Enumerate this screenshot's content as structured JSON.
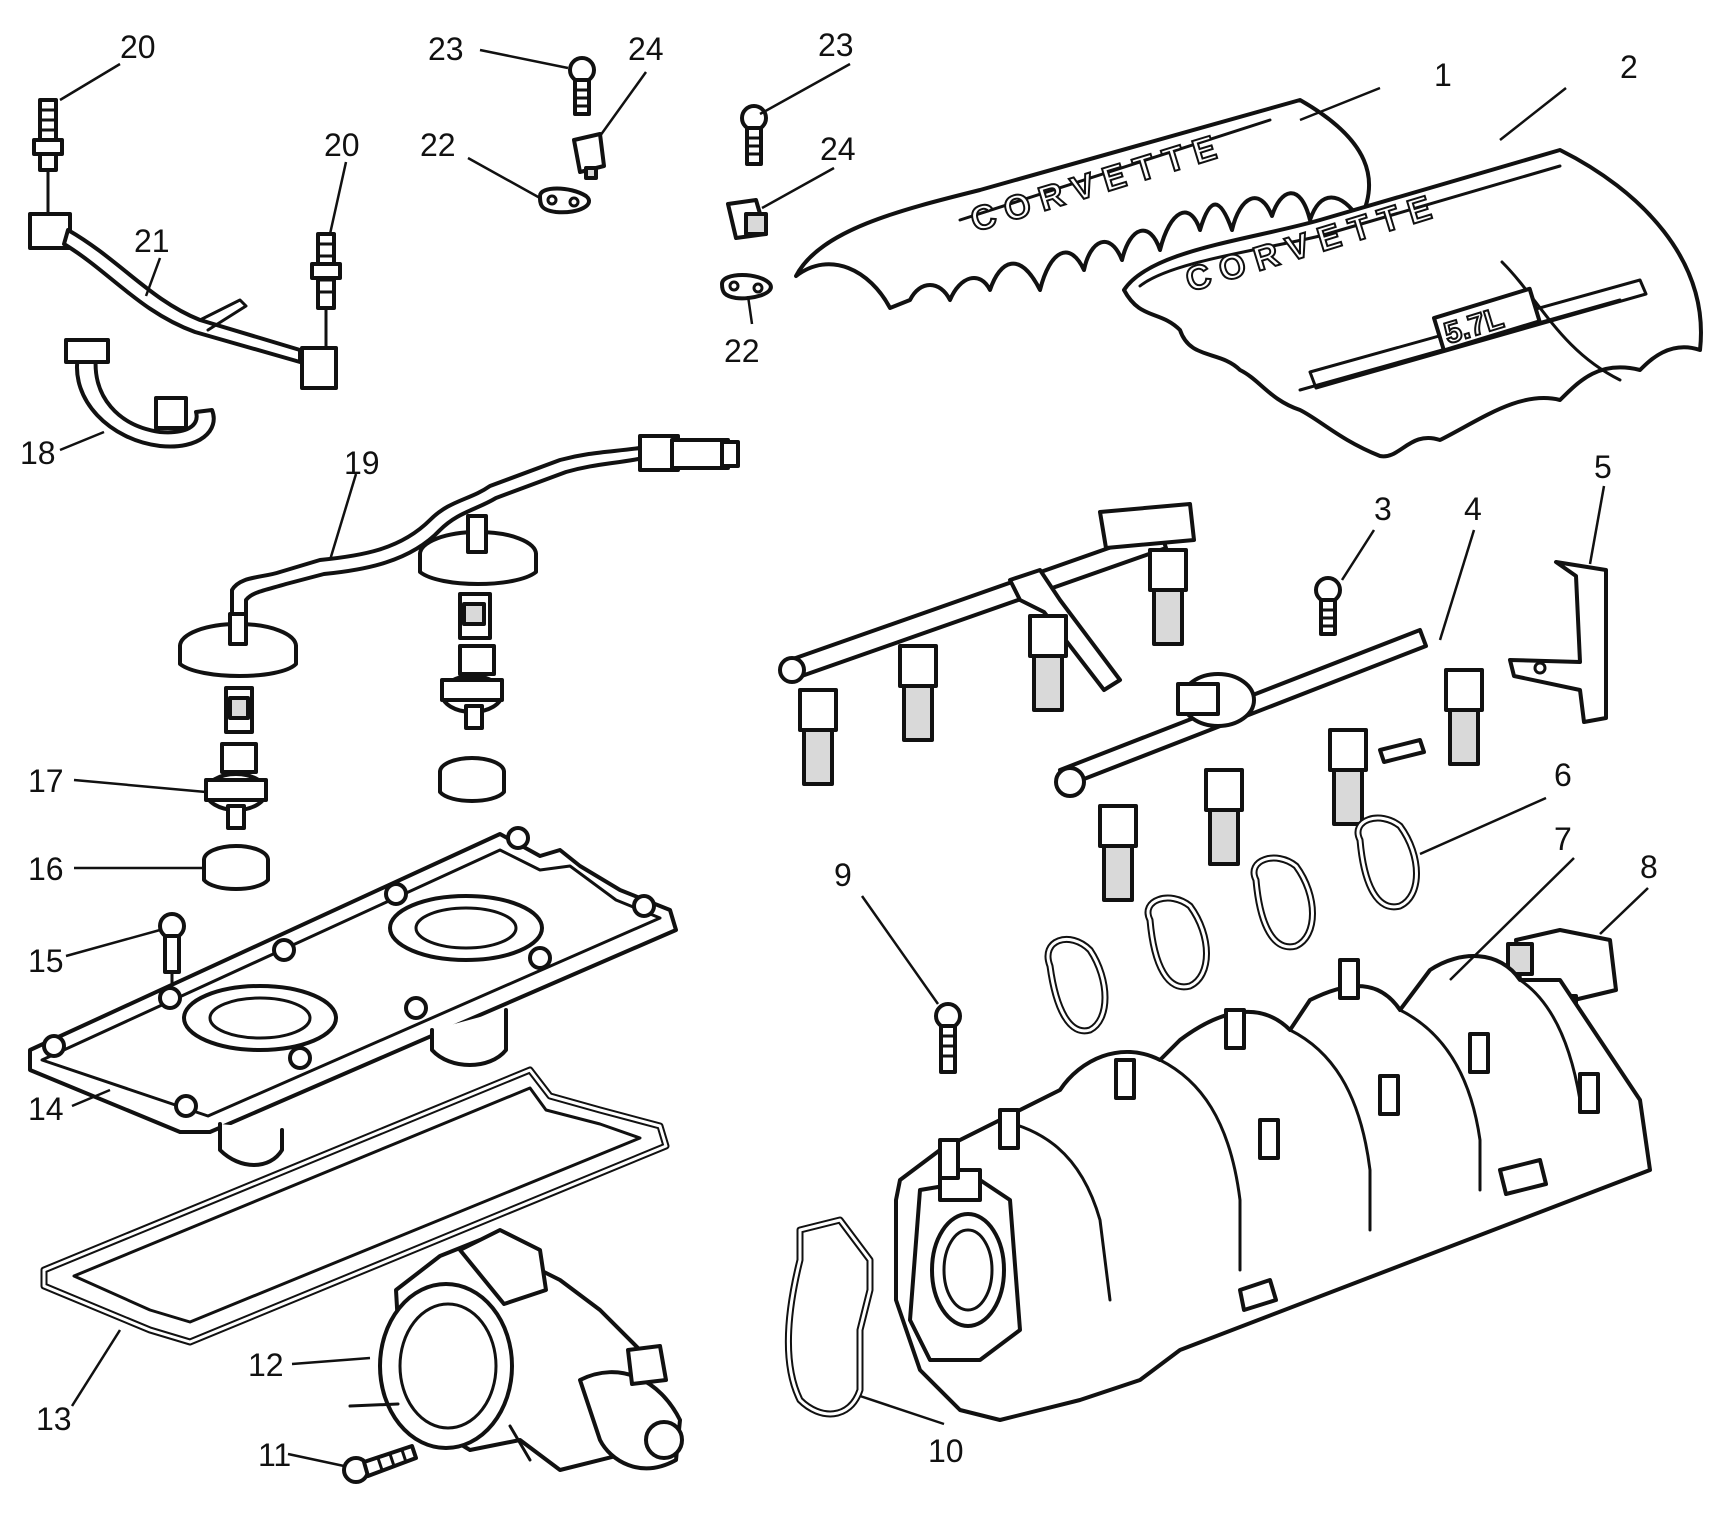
{
  "callouts": {
    "c1": "1",
    "c2": "2",
    "c3": "3",
    "c4": "4",
    "c5": "5",
    "c6": "6",
    "c7": "7",
    "c8": "8",
    "c9": "9",
    "c10": "10",
    "c11": "11",
    "c12": "12",
    "c13": "13",
    "c14": "14",
    "c15": "15",
    "c16": "16",
    "c17": "17",
    "c18": "18",
    "c19": "19",
    "c20a": "20",
    "c20b": "20",
    "c21": "21",
    "c22a": "22",
    "c22b": "22",
    "c23a": "23",
    "c23b": "23",
    "c24a": "24",
    "c24b": "24"
  },
  "cover_text": {
    "left_cover": "CORVETTE",
    "right_cover": "CORVETTE",
    "displacement": "5.7L"
  },
  "colors": {
    "line": "#111111",
    "background": "#ffffff",
    "shade": "#d9d9d9"
  }
}
